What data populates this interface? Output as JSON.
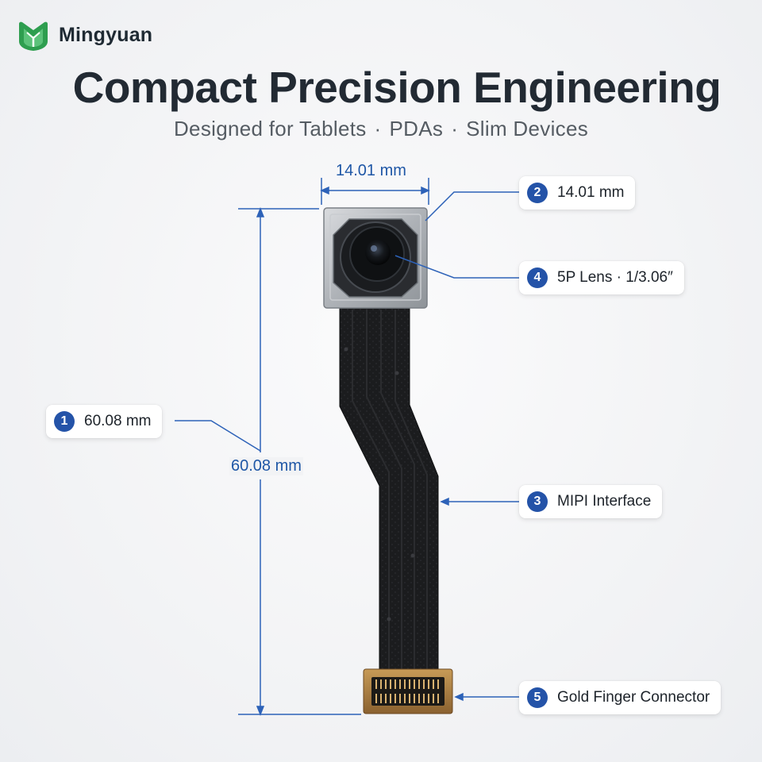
{
  "brand": {
    "name": "Mingyuan",
    "logo_icon": "leaf-m-logo-icon",
    "logo_color": "#2e9e4f"
  },
  "header": {
    "title": "Compact Precision Engineering",
    "subtitle_items": [
      "Designed for Tablets",
      "PDAs",
      "Slim Devices"
    ],
    "separator": "·"
  },
  "dimensions": {
    "width_label": "14.01 mm",
    "height_label": "60.08 mm"
  },
  "callouts": [
    {
      "number": "1",
      "label": "60.08 mm"
    },
    {
      "number": "2",
      "label": "14.01 mm"
    },
    {
      "number": "3",
      "label": "MIPI Interface"
    },
    {
      "number": "4",
      "label": "5P Lens · 1/3.06″"
    },
    {
      "number": "5",
      "label": "Gold Finger Connector"
    }
  ],
  "colors": {
    "accent": "#2453a8",
    "dimension_line": "#2d62b8",
    "flex_cable": "#1c1d1f",
    "module_metal": "#b9bcc0",
    "connector_gold": "#a77a3e"
  }
}
